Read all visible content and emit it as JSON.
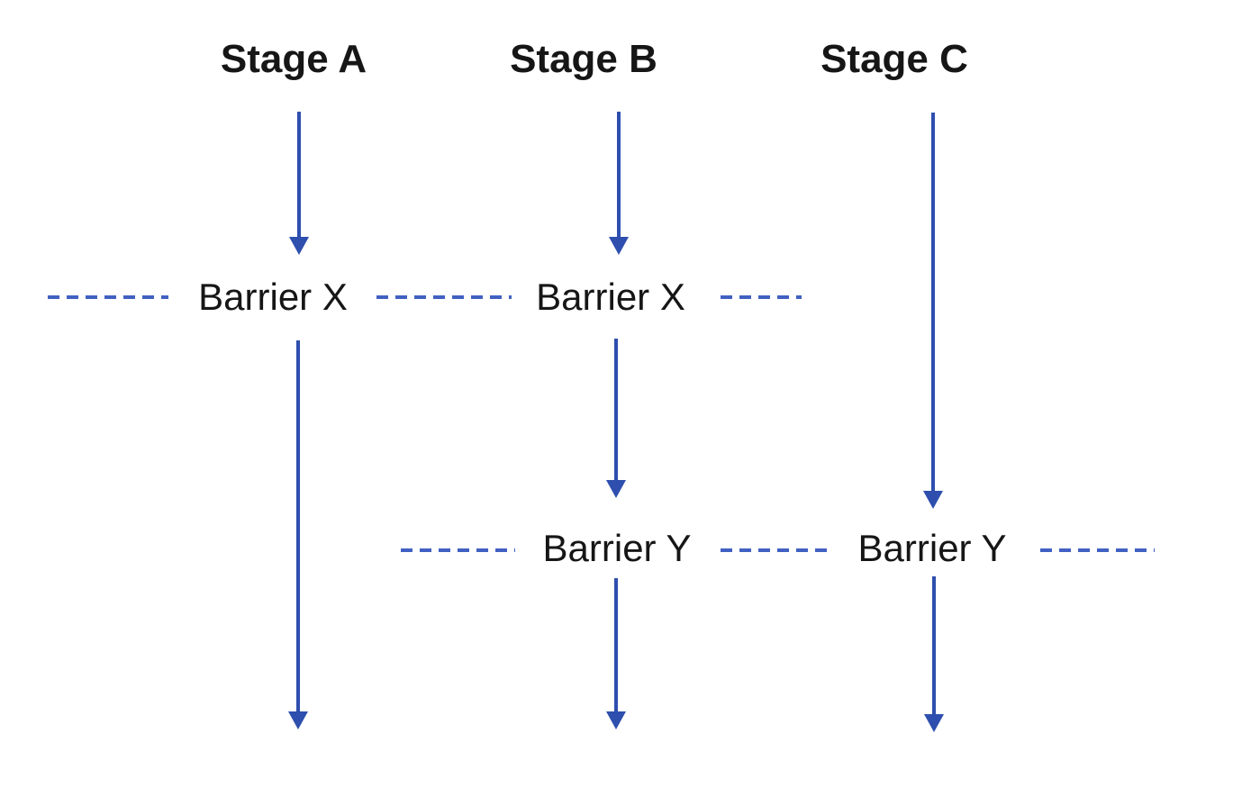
{
  "stages": [
    {
      "label": "Stage A"
    },
    {
      "label": "Stage B"
    },
    {
      "label": "Stage C"
    }
  ],
  "barrier_labels": {
    "x": "Barrier X",
    "y": "Barrier Y"
  },
  "colors": {
    "arrow_blue": "#2e4fae",
    "dash_blue": "#4161c2",
    "text_black": "#161616"
  }
}
